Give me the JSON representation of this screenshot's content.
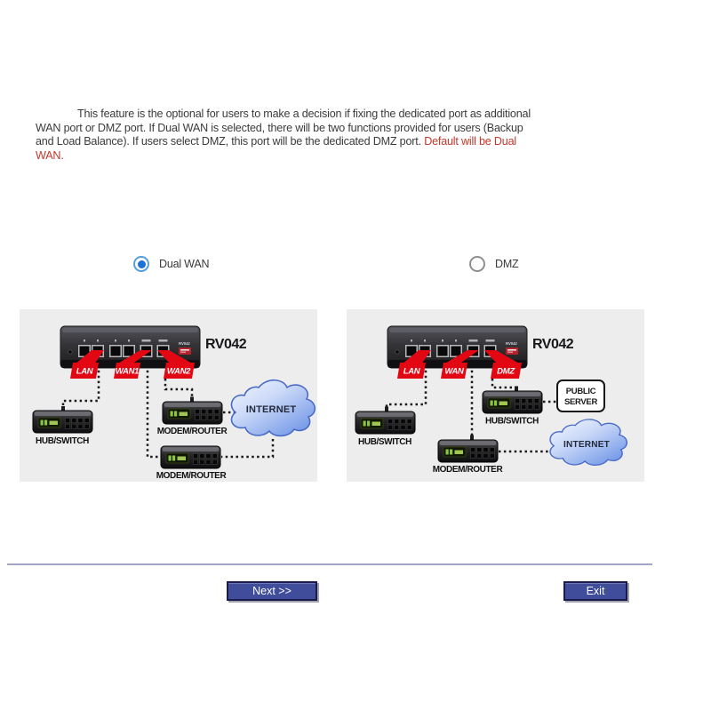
{
  "intro": {
    "line1": "This feature is the optional for users to make a decision if fixing the dedicated port as additional",
    "line2": "WAN port or DMZ port. If Dual WAN is selected, there will be two functions provided for users (Backup",
    "line3_black": "and Load Balance). If users select DMZ, this port will be the dedicated DMZ port.",
    "line3_red": "Default will be Dual",
    "line4_red": "WAN."
  },
  "options": [
    {
      "label": "Dual WAN",
      "selected": true
    },
    {
      "label": "DMZ",
      "selected": false
    }
  ],
  "diagrams": {
    "dual_wan": {
      "model": "RV042",
      "model_small": "RV042",
      "labels": [
        "LAN",
        "WAN1",
        "WAN2"
      ],
      "hub": "HUB/SWITCH",
      "modem1": "MODEM/ROUTER",
      "modem2": "MODEM/ROUTER",
      "cloud": "INTERNET"
    },
    "dmz": {
      "model": "RV042",
      "model_small": "RV042",
      "labels": [
        "LAN",
        "WAN",
        "DMZ"
      ],
      "hub1": "HUB/SWITCH",
      "hub2": "HUB/SWITCH",
      "modem": "MODEM/ROUTER",
      "cloud": "INTERNET",
      "server1": "PUBLIC",
      "server2": "SERVER"
    }
  },
  "buttons": {
    "next": "Next >>",
    "exit": "Exit"
  },
  "colors": {
    "accent_red": "#e30613",
    "radio_selected": "#1b72d8",
    "radio_ring": "#55a0dc",
    "button_bg": "#3f4d9a",
    "button_border": "#1a1a4e",
    "intro_red": "#c0392b",
    "intro_text": "#3b3b3b",
    "divider": "#a2a6c4",
    "panel_bg": "#ededee"
  }
}
